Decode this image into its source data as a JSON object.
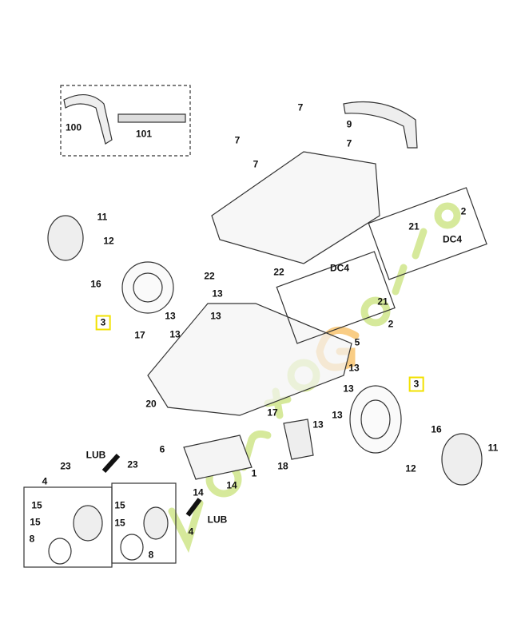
{
  "diagram": {
    "callouts": {
      "c100": "100",
      "c101": "101",
      "c7a": "7",
      "c7b": "7",
      "c7c": "7",
      "c7d": "7",
      "c9": "9",
      "c2a": "2",
      "c2b": "2",
      "c21a": "21",
      "c21b": "21",
      "dc4a": "DC4",
      "dc4b": "DC4",
      "c11a": "11",
      "c11b": "11",
      "c12a": "12",
      "c12b": "12",
      "c16a": "16",
      "c16b": "16",
      "c3a": "3",
      "c3b": "3",
      "c22a": "22",
      "c22b": "22",
      "c13a": "13",
      "c13b": "13",
      "c13c": "13",
      "c13d": "13",
      "c13e": "13",
      "c13f": "13",
      "c13g": "13",
      "c13h": "13",
      "c17a": "17",
      "c17b": "17",
      "c5": "5",
      "c20": "20",
      "c6": "6",
      "c18": "18",
      "c1": "1",
      "c14a": "14",
      "c14b": "14",
      "luba": "LUB",
      "lubb": "LUB",
      "c23a": "23",
      "c23b": "23",
      "c4a": "4",
      "c4b": "4",
      "c15a": "15",
      "c15b": "15",
      "c15c": "15",
      "c15d": "15",
      "c8a": "8",
      "c8b": "8"
    },
    "highlight_color": "#f2e100",
    "watermark": "verteGardin.com",
    "watermark_color": "#b6d84a"
  }
}
